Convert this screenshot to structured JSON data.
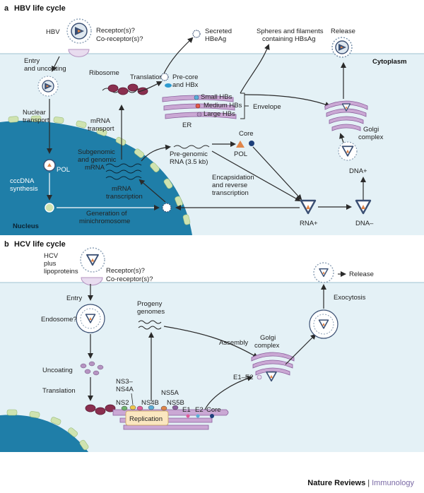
{
  "panel_a": {
    "title_letter": "a",
    "title": "HBV life cycle",
    "cytoplasm": "Cytoplasm",
    "nucleus": "Nucleus",
    "virus": "HBV",
    "receptor_1": "Receptor(s)?",
    "receptor_2": "Co-receptor(s)?",
    "entry_1": "Entry",
    "entry_2": "and uncoating",
    "nuclear_1": "Nuclear",
    "nuclear_2": "transport",
    "pol_nuc": "POL",
    "cccdna_1": "cccDNA",
    "cccdna_2": "synthesis",
    "ribosome": "Ribosome",
    "translation": "Translation",
    "precore_1": "Pre-core",
    "precore_2": "and HBx",
    "secreted_1": "Secreted",
    "secreted_2": "HBeAg",
    "spheres_1": "Spheres and filaments",
    "spheres_2": "containing HBsAg",
    "release": "Release",
    "small_hbs": "Small HBs",
    "medium_hbs": "Medium HBs",
    "large_hbs": "Large HBs",
    "envelope": "Envelope",
    "er": "ER",
    "golgi_1": "Golgi",
    "golgi_2": "complex",
    "mrna_transport_1": "mRNA",
    "mrna_transport_2": "transport",
    "subgen_1": "Subgenomic",
    "subgen_2": "and genomic",
    "subgen_3": "mRNA",
    "pregen_1": "Pre-genomic",
    "pregen_2": "RNA (3.5 kb)",
    "core": "Core",
    "pol_cyto": "POL",
    "transcription_1": "mRNA",
    "transcription_2": "transcription",
    "encaps_1": "Encapsidation",
    "encaps_2": "and reverse",
    "encaps_3": "transcription",
    "dna_plus": "DNA+",
    "generation_1": "Generation of",
    "generation_2": "minichromosome",
    "rna_plus": "RNA+",
    "dna_minus": "DNA–"
  },
  "panel_b": {
    "title_letter": "b",
    "title": "HCV life cycle",
    "hcv_1": "HCV",
    "hcv_2": "plus",
    "hcv_3": "lipoproteins",
    "receptor_1": "Receptor(s)?",
    "receptor_2": "Co-receptor(s)?",
    "release": "Release",
    "entry": "Entry",
    "endosome": "Endosome?",
    "progeny_1": "Progeny",
    "progeny_2": "genomes",
    "exocytosis": "Exocytosis",
    "assembly": "Assembly",
    "golgi_1": "Golgi",
    "golgi_2": "complex",
    "uncoating": "Uncoating",
    "e1e2": "E1–E2",
    "translation": "Translation",
    "ns3_1": "NS3–",
    "ns3_2": "NS4A",
    "ns2": "NS2",
    "ns4b": "NS4B",
    "ns5a": "NS5A",
    "ns5b": "NS5B",
    "e1": "E1",
    "e2": "E2",
    "core": "Core",
    "replication": "Replication"
  },
  "credit": {
    "journal": "Nature Reviews",
    "separator": "|",
    "section": "Immunology"
  },
  "colors": {
    "cytoplasm": "#e4f1f6",
    "nucleus": "#1f7ea8",
    "membrane": "#cfe3b0",
    "organelle": "#b694c2",
    "organelle_dark": "#8a5f9c",
    "capsid": "#3a4f73",
    "accent": "#e0854a",
    "ribosome": "#8a2f4f"
  }
}
